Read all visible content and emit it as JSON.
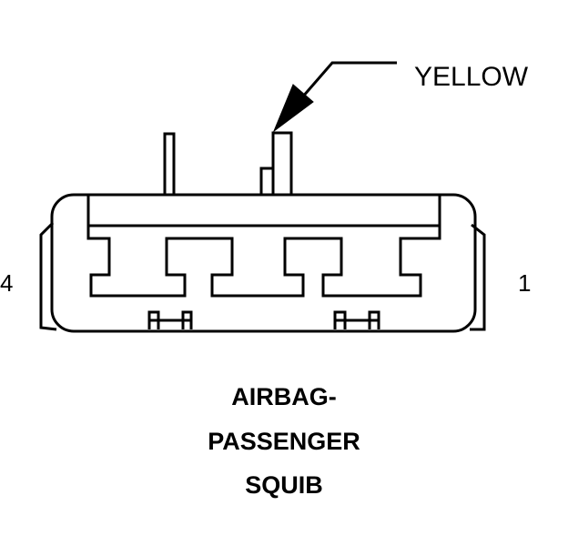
{
  "wire": {
    "label": "YELLOW"
  },
  "pins": {
    "left": "4",
    "right": "1"
  },
  "caption": {
    "line1": "AIRBAG-",
    "line2": "PASSENGER",
    "line3": "SQUIB"
  }
}
